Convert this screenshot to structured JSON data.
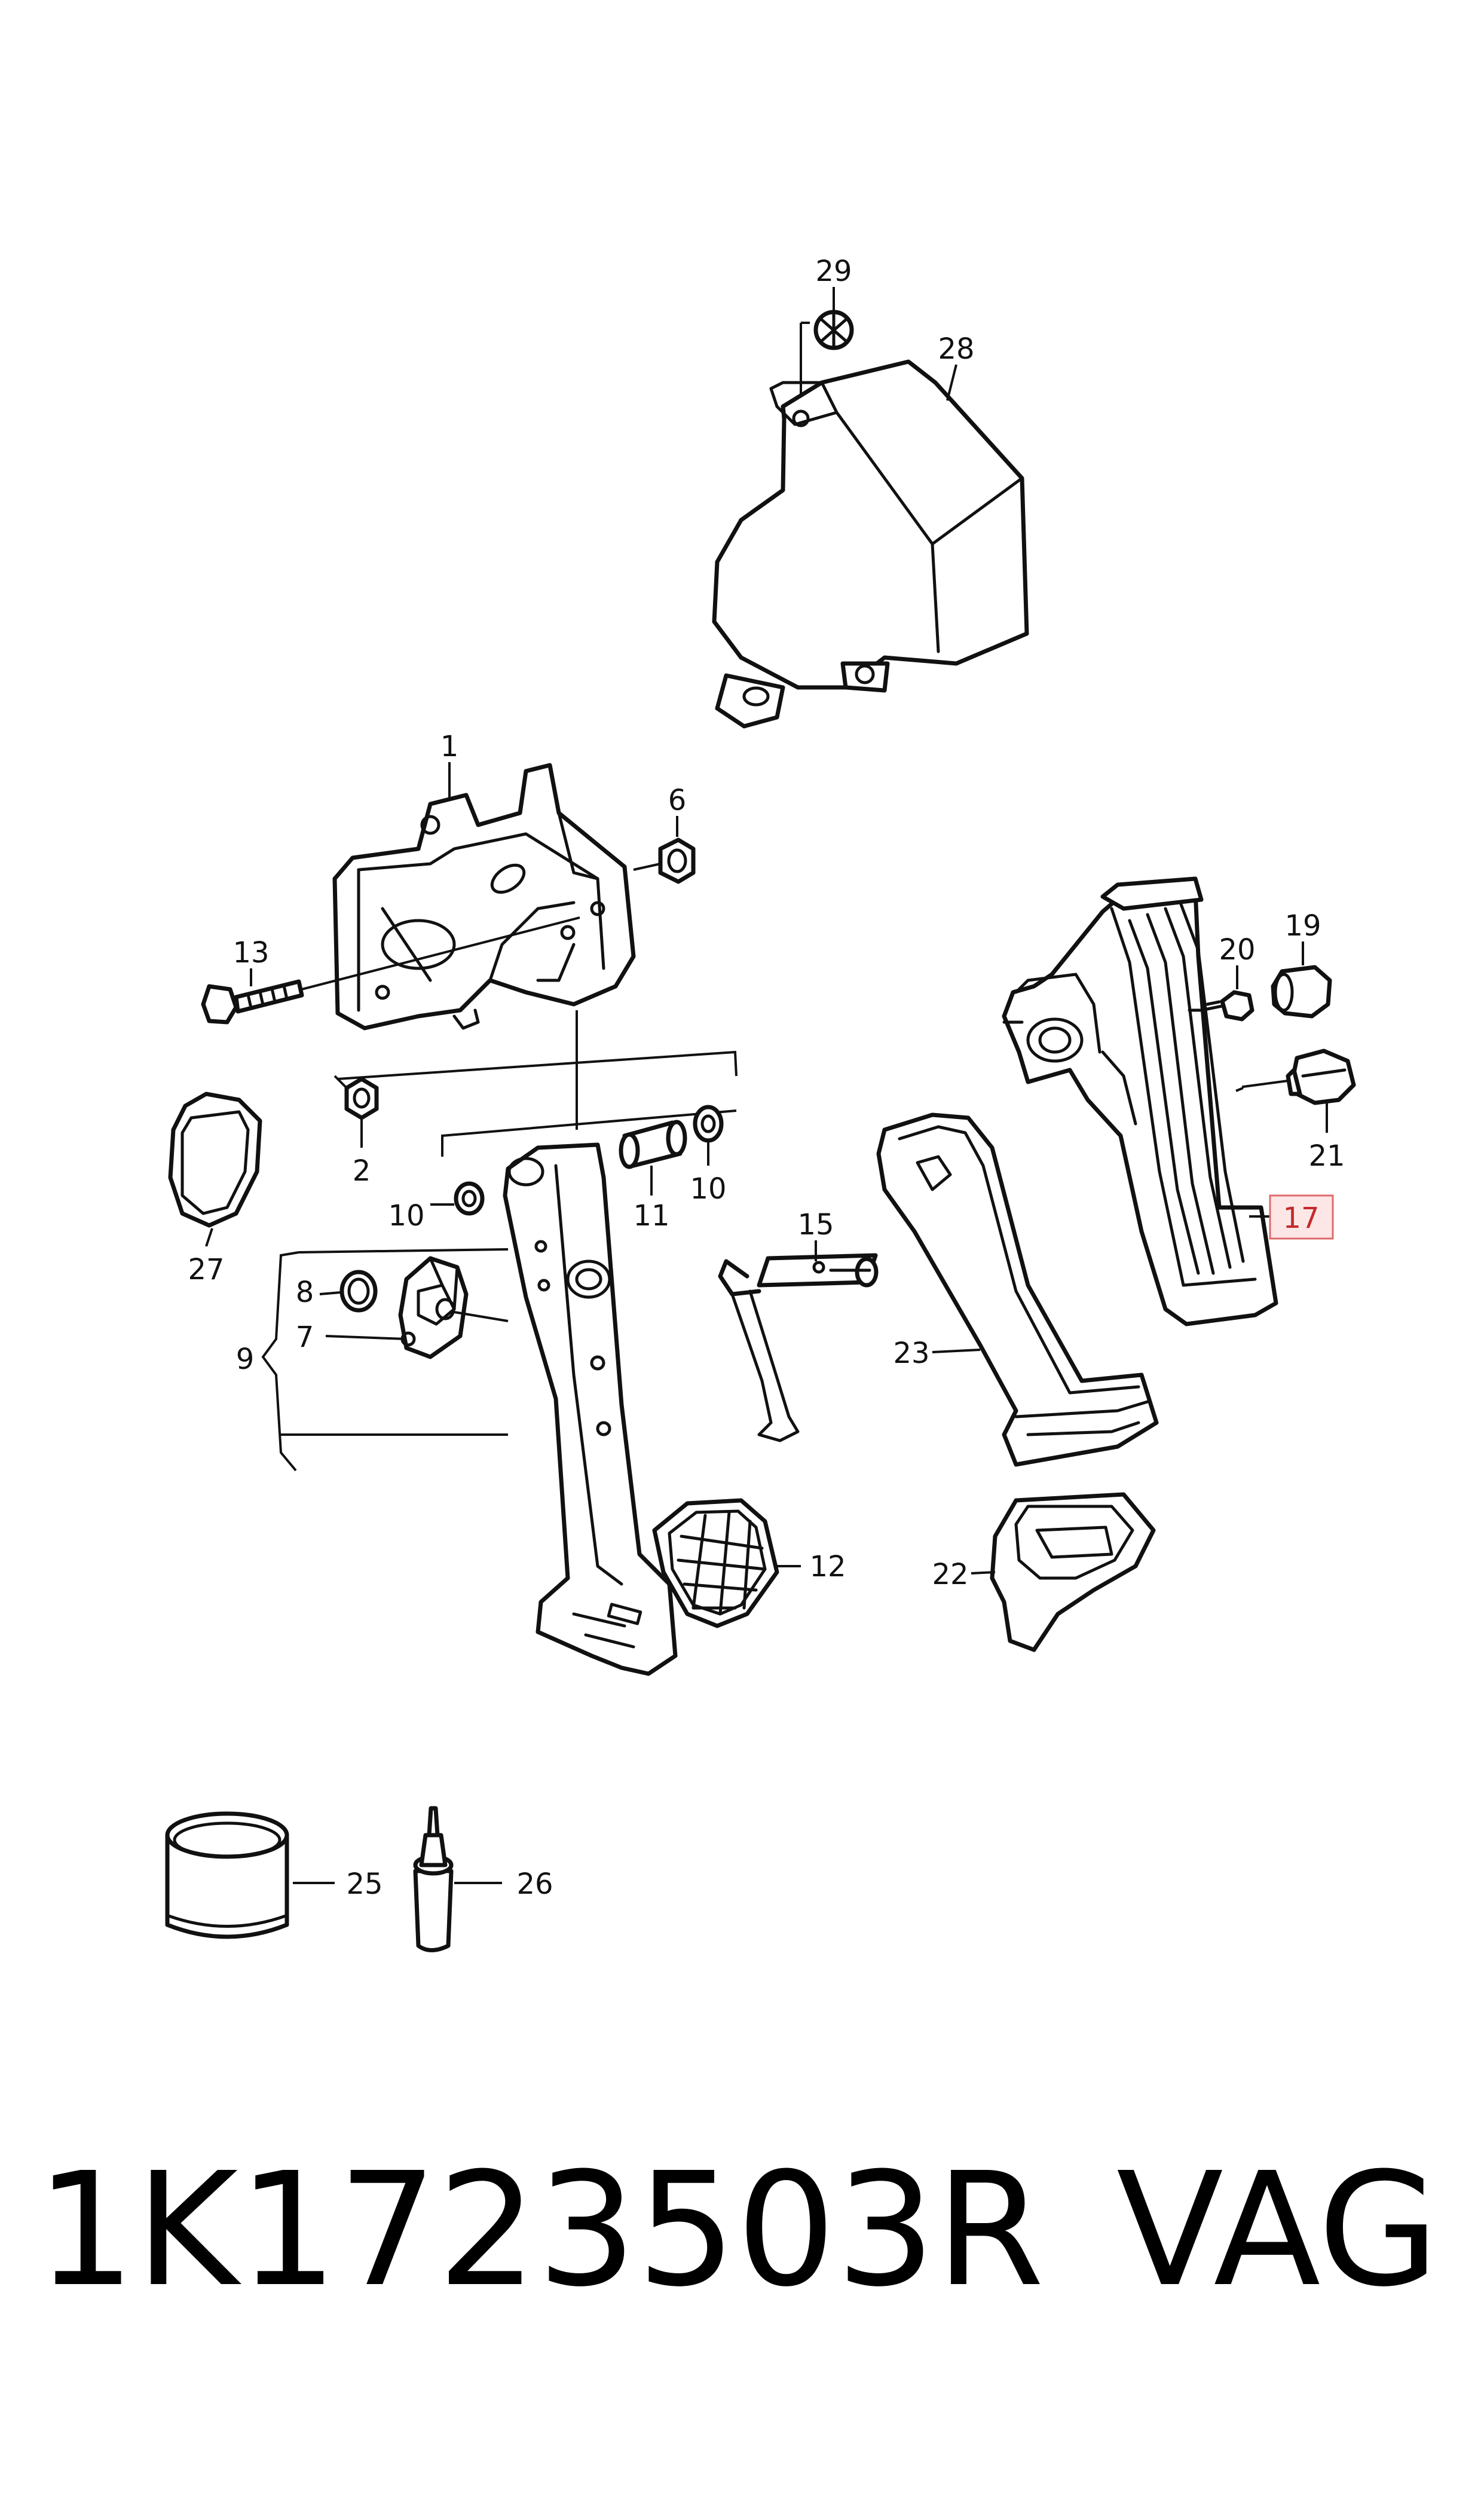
{
  "footer": {
    "part_number": "1K1723503R",
    "brand": "VAG"
  },
  "callouts": {
    "c1": "1",
    "c2": "2",
    "c6": "6",
    "c7": "7",
    "c8": "8",
    "c9": "9",
    "c10a": "10",
    "c10b": "10",
    "c11": "11",
    "c12": "12",
    "c13": "13",
    "c15": "15",
    "c17": "17",
    "c19": "19",
    "c20": "20",
    "c21": "21",
    "c22": "22",
    "c23": "23",
    "c25": "25",
    "c26": "26",
    "c27": "27",
    "c28": "28",
    "c29": "29"
  },
  "highlight": {
    "callout": "17",
    "fill_color": "#fde6e6",
    "border_color": "#e06a6a",
    "text_color": "#c42a2a"
  }
}
